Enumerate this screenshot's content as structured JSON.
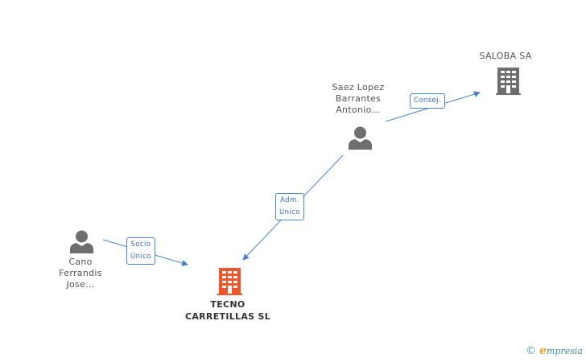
{
  "nodes": {
    "saloba": {
      "name": "SALOBA SA"
    },
    "saez": {
      "lines": [
        "Saez Lopez",
        "Barrantes",
        "Antonio..."
      ]
    },
    "cano": {
      "lines": [
        "Cano",
        "Ferrandis",
        "Jose..."
      ]
    },
    "tecno": {
      "lines": [
        "TECNO",
        "CARRETILLAS SL"
      ]
    }
  },
  "edges": {
    "consej": {
      "label": "Consej."
    },
    "adm": {
      "lines": [
        "Adm.",
        "Unico"
      ]
    },
    "socio": {
      "lines": [
        "Socio",
        "Único"
      ]
    }
  },
  "colors": {
    "edge": "#4a86c8",
    "person_icon": "#6e6e6e",
    "company_icon": "#6e6e6e",
    "main_company_icon": "#f0562a"
  },
  "icons": {
    "person": "person-icon",
    "company": "building-icon"
  },
  "brand": {
    "copyright": "©",
    "e": "e",
    "rest": "mpresia"
  }
}
